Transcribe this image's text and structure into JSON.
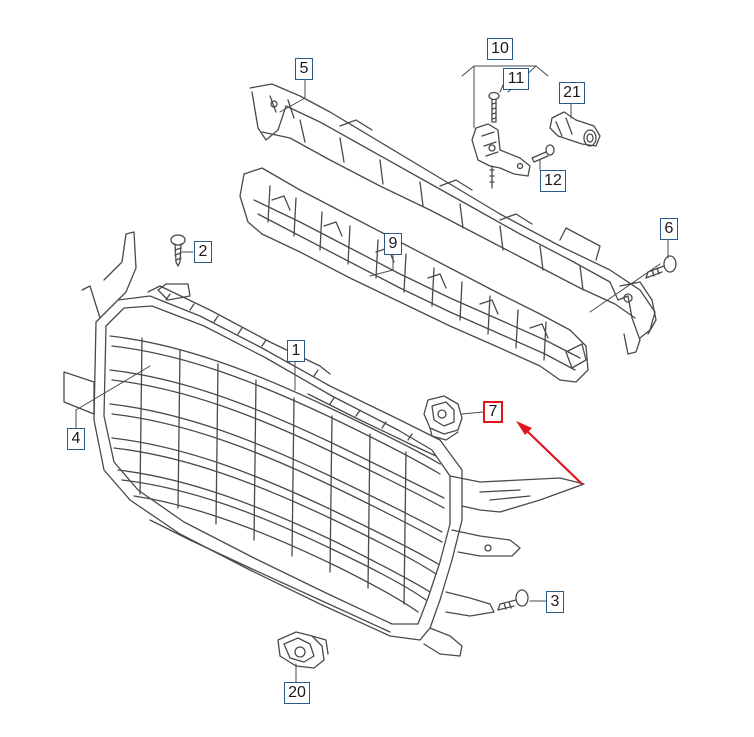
{
  "diagram": {
    "callouts": [
      {
        "id": "1",
        "label": "1"
      },
      {
        "id": "2",
        "label": "2"
      },
      {
        "id": "3",
        "label": "3"
      },
      {
        "id": "4",
        "label": "4"
      },
      {
        "id": "5",
        "label": "5"
      },
      {
        "id": "6",
        "label": "6"
      },
      {
        "id": "7",
        "label": "7"
      },
      {
        "id": "9",
        "label": "9"
      },
      {
        "id": "10",
        "label": "10"
      },
      {
        "id": "11",
        "label": "11"
      },
      {
        "id": "12",
        "label": "12"
      },
      {
        "id": "20",
        "label": "20"
      },
      {
        "id": "21",
        "label": "21"
      }
    ],
    "highlighted_part": "7",
    "colors": {
      "line": "#4a4a4a",
      "callout_border": "#2a5a86",
      "highlight": "#e0141b"
    }
  }
}
